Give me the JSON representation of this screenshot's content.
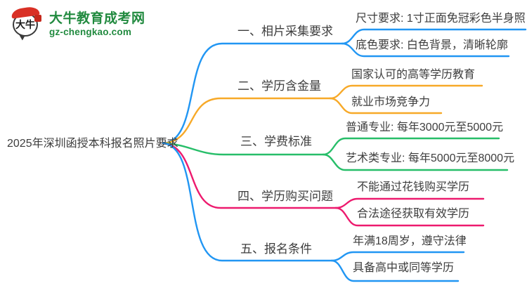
{
  "logo": {
    "icon_text": "大牛",
    "site_name": "大牛教育成考网",
    "site_url": "gz-chengkao.com",
    "brand_green": "#218a3f",
    "accent_red": "#d93025"
  },
  "mindmap": {
    "root": {
      "label": "2025年深圳函授本科报名照片要求",
      "text_color": "#3d3d3d"
    },
    "branches": [
      {
        "label": "一、相片采集要求",
        "color": "#2196f3",
        "children": [
          "尺寸要求: 1寸正面免冠彩色半身照",
          "底色要求: 白色背景，清晰轮廓"
        ]
      },
      {
        "label": "二、学历含金量",
        "color": "#f7a928",
        "children": [
          "国家认可的高等学历教育",
          "就业市场竞争力"
        ]
      },
      {
        "label": "三、学费标准",
        "color": "#27be69",
        "children": [
          "普通专业: 每年3000元至5000元",
          "艺术类专业: 每年5000元至8000元"
        ]
      },
      {
        "label": "四、学历购买问题",
        "color": "#ed1a6e",
        "children": [
          "不能通过花钱购买学历",
          "合法途径获取有效学历"
        ]
      },
      {
        "label": "五、报名条件",
        "color": "#2196f3",
        "children": [
          "年满18周岁，遵守法律",
          "具备高中或同等学历"
        ]
      }
    ]
  }
}
